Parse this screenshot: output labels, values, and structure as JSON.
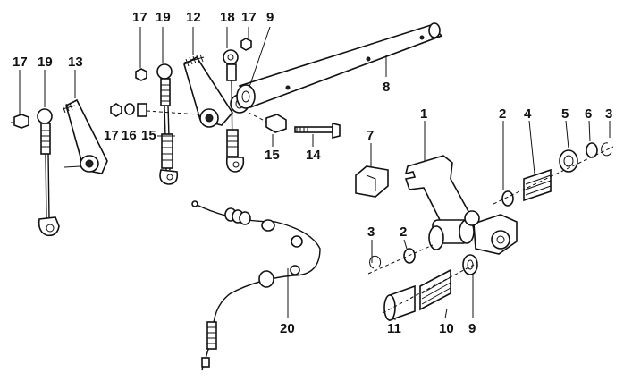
{
  "labels": {
    "p1": "1",
    "p2a": "2",
    "p2b": "2",
    "p3a": "3",
    "p3b": "3",
    "p4": "4",
    "p5": "5",
    "p6": "6",
    "p7": "7",
    "p8": "8",
    "p9a": "9",
    "p9b": "9",
    "p10": "10",
    "p11": "11",
    "p12": "12",
    "p13": "13",
    "p14": "14",
    "p15a": "15",
    "p15b": "15",
    "p16": "16",
    "p17a": "17",
    "p17b": "17",
    "p17c": "17",
    "p17d": "17",
    "p18": "18",
    "p19a": "19",
    "p19b": "19",
    "p20": "20"
  }
}
